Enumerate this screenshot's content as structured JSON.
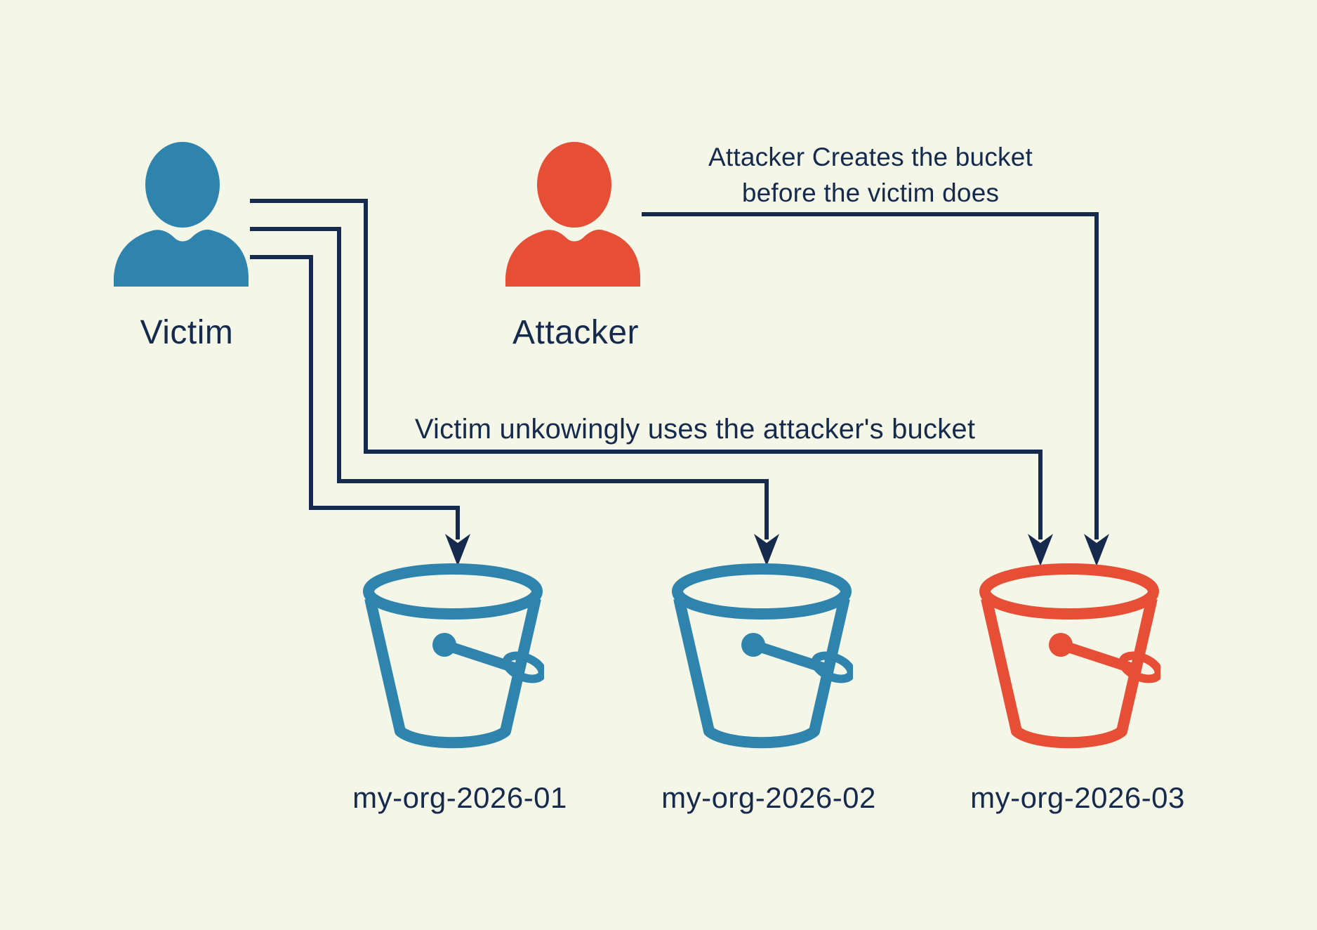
{
  "diagram": {
    "type": "s3-bucket-squatting-attack-flow",
    "background_color": "#F4F6E7",
    "colors": {
      "victim_blue": "#2E84AC",
      "attacker_red": "#E64E35",
      "line_navy": "#152A4D",
      "text_navy": "#152A4D"
    }
  },
  "actors": [
    {
      "id": "victim",
      "label": "Victim",
      "color": "#2E84AC"
    },
    {
      "id": "attacker",
      "label": "Attacker",
      "color": "#E64E35"
    }
  ],
  "annotations": {
    "attacker_note_line1": "Attacker Creates the bucket",
    "attacker_note_line2": "before the victim does",
    "victim_note": "Victim unkowingly uses the attacker's bucket"
  },
  "buckets": [
    {
      "label": "my-org-2026-01",
      "owner": "victim",
      "color": "#2E84AC"
    },
    {
      "label": "my-org-2026-02",
      "owner": "victim",
      "color": "#2E84AC"
    },
    {
      "label": "my-org-2026-03",
      "owner": "attacker",
      "color": "#E64E35"
    }
  ]
}
